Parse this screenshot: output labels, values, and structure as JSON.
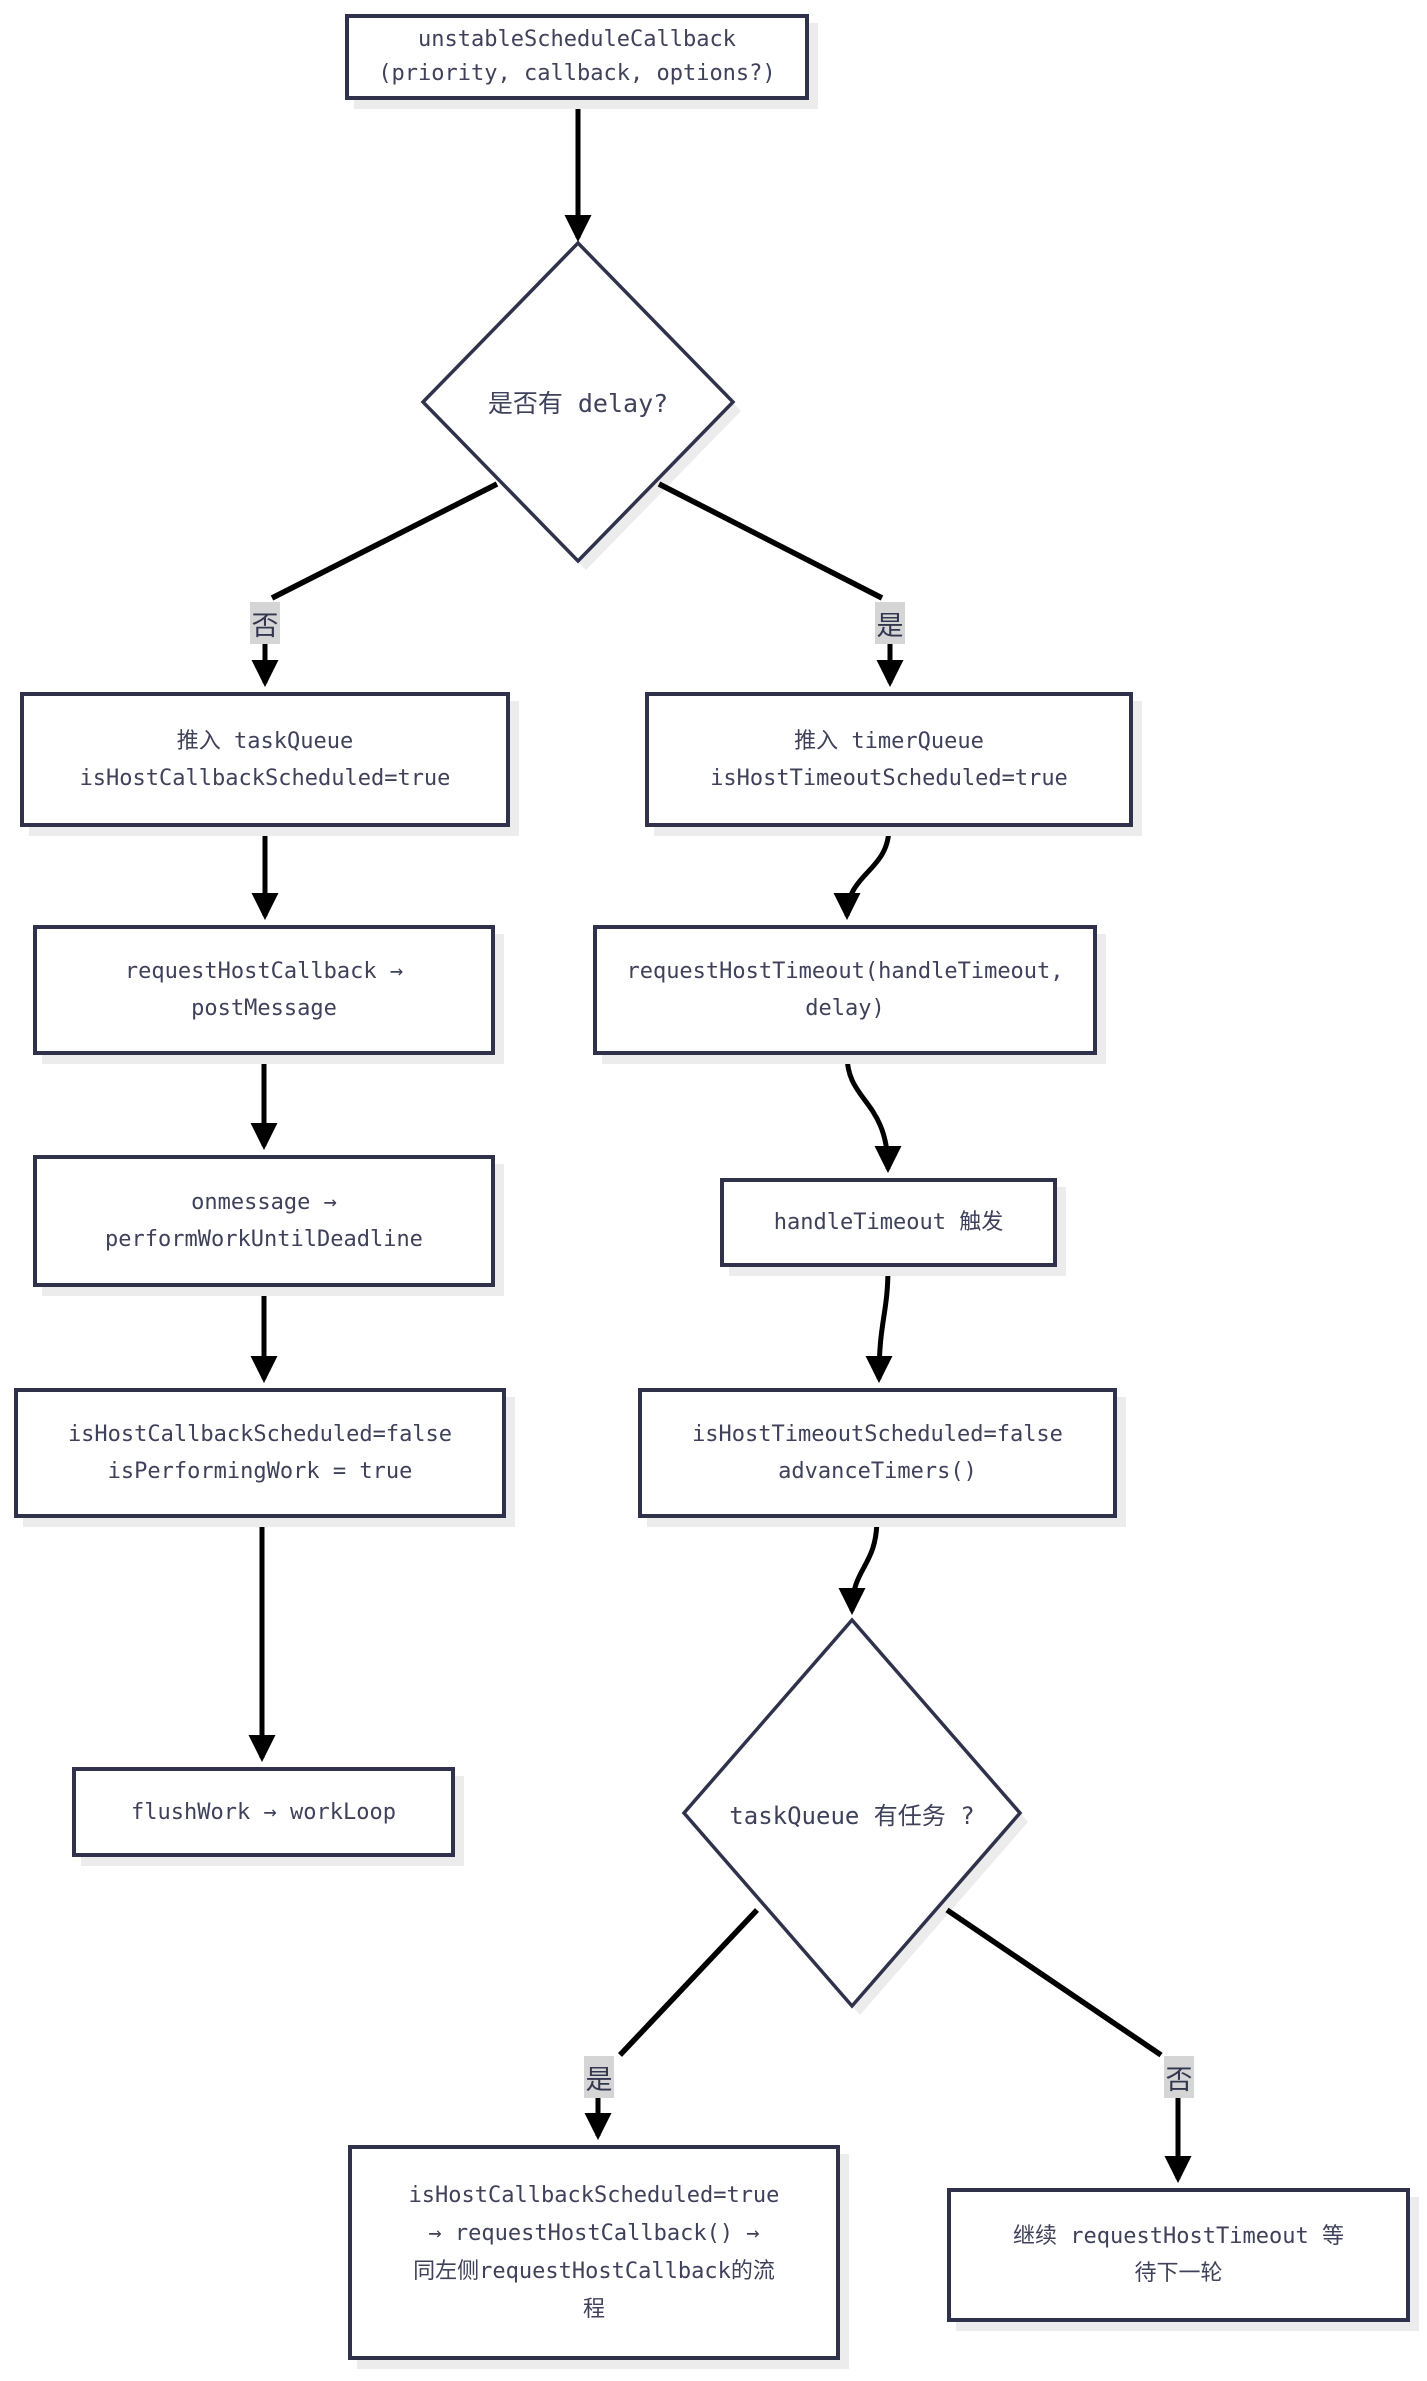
{
  "colors": {
    "background": "#ffffff",
    "node_border": "#30324b",
    "node_text": "#3f415a",
    "edge": "#000000",
    "edge_label_bg": "#d5d5d5",
    "node_shadow": "#ececec"
  },
  "nodes": {
    "start": {
      "line1": "unstableScheduleCallback",
      "line2": "(priority, callback, options?)"
    },
    "decision_delay": {
      "label": "是否有 delay?"
    },
    "push_task_queue": {
      "line1": "推入 taskQueue",
      "line2": "isHostCallbackScheduled=true"
    },
    "push_timer_queue": {
      "line1": "推入 timerQueue",
      "line2": "isHostTimeoutScheduled=true"
    },
    "request_host_callback": {
      "line1": "requestHostCallback →",
      "line2": "postMessage"
    },
    "request_host_timeout": {
      "line1": "requestHostTimeout(handleTimeout,",
      "line2": "delay)"
    },
    "onmessage": {
      "line1": "onmessage →",
      "line2": "performWorkUntilDeadline"
    },
    "handle_timeout": {
      "line1": "handleTimeout 触发"
    },
    "host_callback_flags": {
      "line1": "isHostCallbackScheduled=false",
      "line2": "isPerformingWork = true"
    },
    "host_timeout_flags": {
      "line1": "isHostTimeoutScheduled=false",
      "line2": "advanceTimers()"
    },
    "flush_work": {
      "line1": "flushWork → workLoop"
    },
    "decision_taskqueue": {
      "label": "taskQueue 有任务 ?"
    },
    "reschedule_callback": {
      "line1": "isHostCallbackScheduled=true",
      "line2": "→ requestHostCallback() →",
      "line3": "同左侧requestHostCallback的流",
      "line4": "程"
    },
    "continue_timeout": {
      "line1": "继续 requestHostTimeout 等",
      "line2": "待下一轮"
    }
  },
  "edge_labels": {
    "delay_no": "否",
    "delay_yes": "是",
    "task_yes": "是",
    "task_no": "否"
  }
}
